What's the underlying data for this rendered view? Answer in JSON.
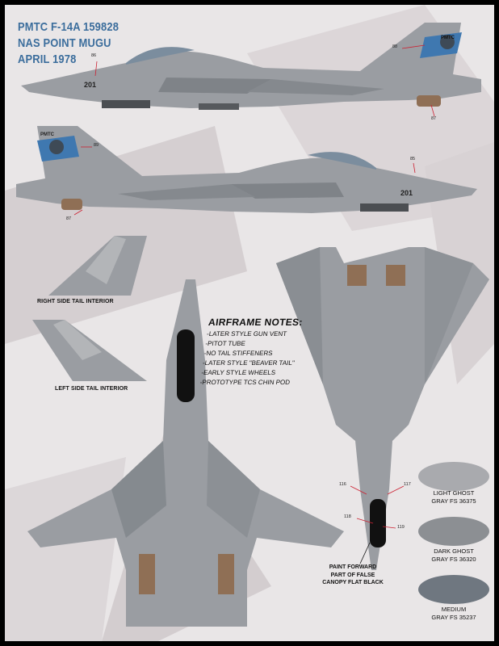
{
  "title": {
    "line1": "PMTC F-14A 159828",
    "line2": "NAS POINT MUGU",
    "line3": "APRIL 1978"
  },
  "notes": {
    "title": "AIRFRAME NOTES:",
    "items": [
      "-LATER STYLE GUN VENT",
      "-PITOT TUBE",
      "-NO TAIL STIFFENERS",
      "-LATER STYLE \"BEAVER TAIL\"",
      "-EARLY STYLE WHEELS",
      "-PROTOTYPE TCS CHIN POD"
    ]
  },
  "captions": {
    "right_tail": "RIGHT SIDE TAIL INTERIOR",
    "left_tail": "LEFT SIDE TAIL INTERIOR"
  },
  "swatches": [
    {
      "line1": "LIGHT GHOST",
      "line2": "GRAY FS 36375",
      "color": "#a9aaae"
    },
    {
      "line1": "DARK GHOST",
      "line2": "GRAY FS 36320",
      "color": "#8c8f93"
    },
    {
      "line1": "MEDIUM",
      "line2": "GRAY FS 35237",
      "color": "#6f7780"
    }
  ],
  "paint_note": {
    "line1": "PAINT FORWARD",
    "line2": "PART OF FALSE",
    "line3": "CANOPY FLAT BLACK"
  },
  "callouts": [
    "86",
    "88",
    "87",
    "89",
    "85",
    "87",
    "116",
    "117",
    "118",
    "119"
  ],
  "tail_text": "PMTC",
  "modex": "201",
  "colors": {
    "title": "#3b6d9c",
    "tail_band": "#3f78b0",
    "background": "#e9e6e7"
  }
}
